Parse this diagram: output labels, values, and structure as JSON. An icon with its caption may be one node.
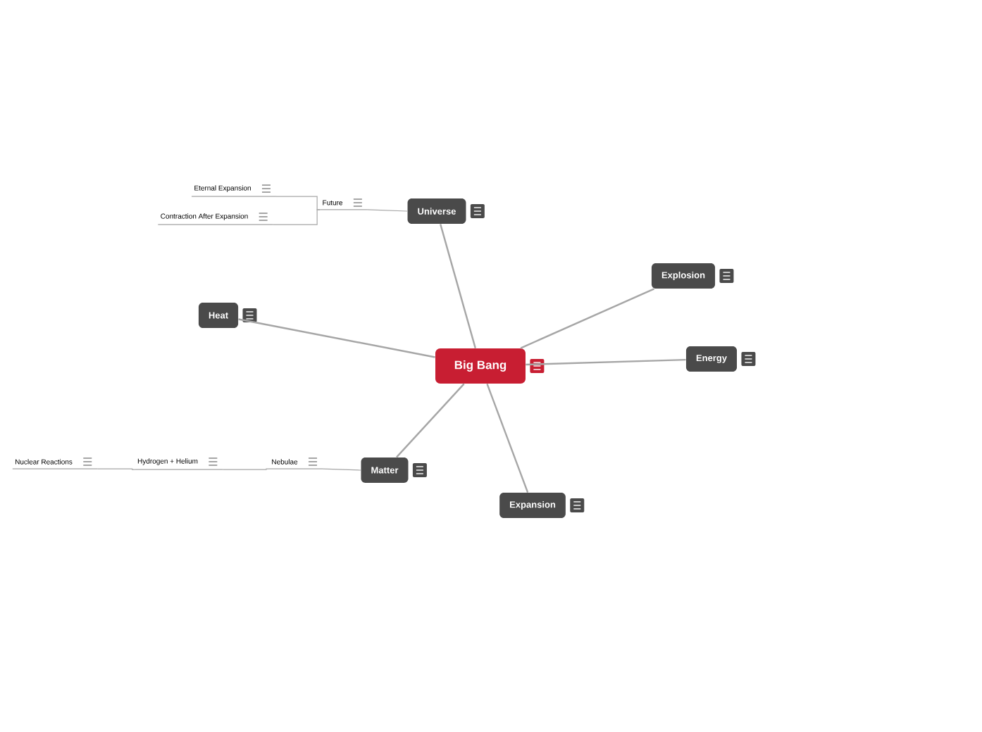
{
  "diagram": {
    "nodes": [
      {
        "text": [
          "Big Bang"
        ]
      },
      {
        "text": [
          "Universe"
        ]
      },
      {
        "text": [
          "Future"
        ]
      },
      {
        "text": [
          "Eternal Expansion"
        ]
      },
      {
        "text": [
          "Contraction After Expansion"
        ]
      },
      {
        "text": [
          "Explosion"
        ]
      },
      {
        "text": [
          "Heat"
        ]
      },
      {
        "text": [
          "Energy"
        ]
      },
      {
        "text": [
          "Matter"
        ]
      },
      {
        "text": [
          "Nebulae"
        ]
      },
      {
        "text": [
          "Hydrogen + Helium"
        ]
      },
      {
        "text": [
          "Nuclear Reactions"
        ]
      },
      {
        "text": [
          "Expansion"
        ]
      }
    ],
    "edges": [
      {
        "from": 0,
        "to": 1,
        "arrow": "none"
      },
      {
        "from": 1,
        "to": 2,
        "arrow": "none"
      },
      {
        "from": 2,
        "to": 3,
        "arrow": "none"
      },
      {
        "from": 2,
        "to": 4,
        "arrow": "none"
      },
      {
        "from": 0,
        "to": 5,
        "arrow": "none"
      },
      {
        "from": 0,
        "to": 6,
        "arrow": "none"
      },
      {
        "from": 0,
        "to": 7,
        "arrow": "none"
      },
      {
        "from": 0,
        "to": 8,
        "arrow": "none"
      },
      {
        "from": 8,
        "to": 9,
        "arrow": "none"
      },
      {
        "from": 9,
        "to": 10,
        "arrow": "none"
      },
      {
        "from": 10,
        "to": 11,
        "arrow": "none"
      },
      {
        "from": 0,
        "to": 12,
        "arrow": "none"
      }
    ]
  }
}
